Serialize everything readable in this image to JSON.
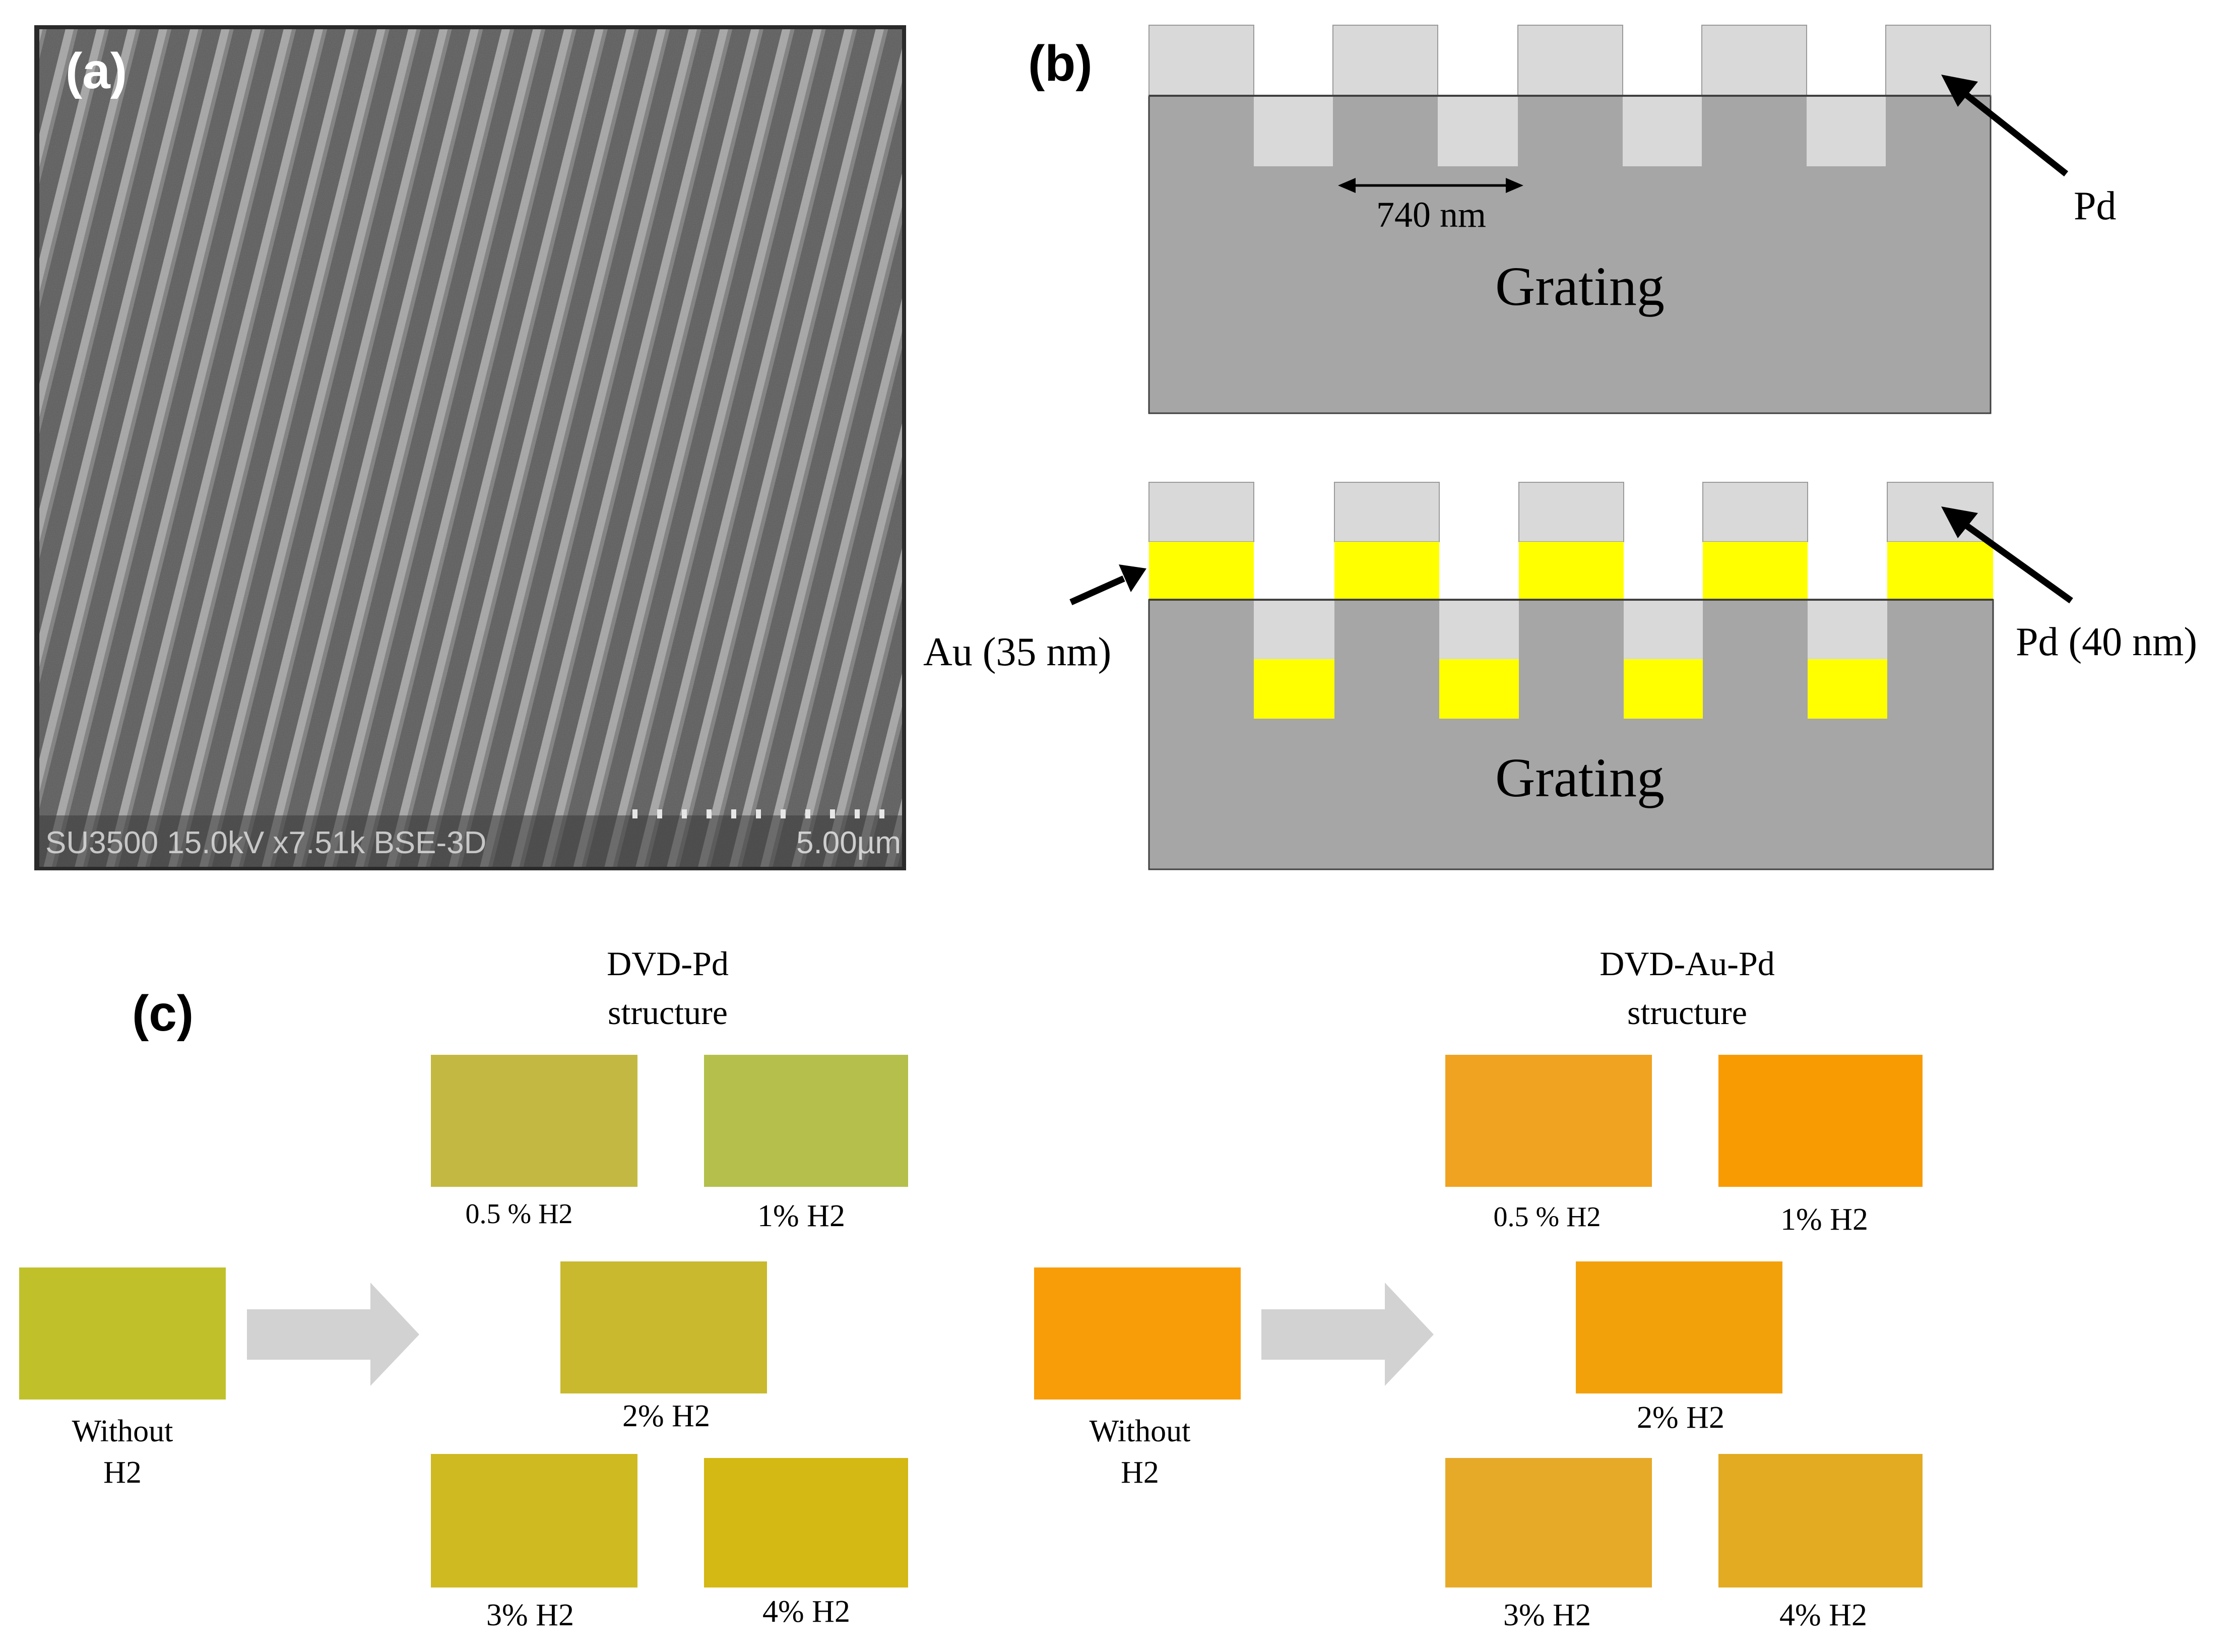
{
  "panel_a": {
    "label": "(a)",
    "sem_footer": "SU3500 15.0kV x7.51k BSE-3D",
    "scale_bar_text": "5.00µm"
  },
  "panel_b": {
    "label": "(b)",
    "top": {
      "substrate_label": "Grating",
      "period_label": "740 nm",
      "pd_label": "Pd"
    },
    "bottom": {
      "substrate_label": "Grating",
      "au_label": "Au (35 nm)",
      "pd_label": "Pd (40 nm)"
    },
    "colors": {
      "pd": "#d9d9d9",
      "au": "#ffff00",
      "grating": "#a6a6a6"
    }
  },
  "panel_c": {
    "label": "(c)",
    "groups": [
      {
        "title_line1": "DVD-Pd",
        "title_line2": "structure",
        "without": {
          "line1": "Without",
          "line2": "H2",
          "color": "#c0c12a"
        },
        "samples": [
          {
            "label": "0.5 %  H2",
            "color": "#c3b942"
          },
          {
            "label": "1% H2",
            "color": "#b4c04b"
          },
          {
            "label": "2% H2",
            "color": "#c8b92e"
          },
          {
            "label": "3% H2",
            "color": "#cfba22"
          },
          {
            "label": "4% H2",
            "color": "#d4b813"
          }
        ]
      },
      {
        "title_line1": "DVD-Au-Pd",
        "title_line2": "structure",
        "without": {
          "line1": "Without",
          "line2": "H2",
          "color": "#f89d07"
        },
        "samples": [
          {
            "label": "0.5 %  H2",
            "color": "#efa320"
          },
          {
            "label": "1% H2",
            "color": "#f89b02"
          },
          {
            "label": "2% H2",
            "color": "#f3a10b"
          },
          {
            "label": "3% H2",
            "color": "#e7aa28"
          },
          {
            "label": "4% H2",
            "color": "#e2ab22"
          }
        ]
      }
    ]
  }
}
